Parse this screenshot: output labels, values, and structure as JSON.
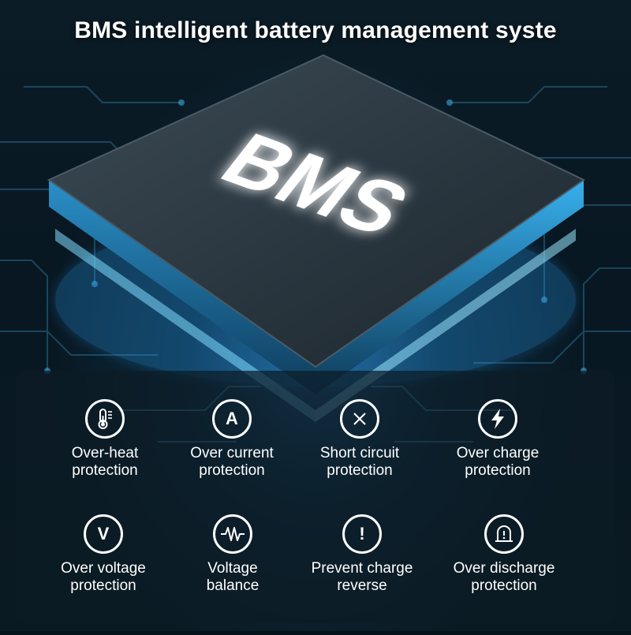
{
  "headline": "BMS  intelligent battery management syste",
  "chip": {
    "logo_text": "BMS"
  },
  "features": [
    {
      "icon": "thermometer-icon",
      "line1": "Over-heat",
      "line2": "protection"
    },
    {
      "icon": "ampere-icon",
      "glyph": "A",
      "line1": "Over current",
      "line2": "protection"
    },
    {
      "icon": "cross-icon",
      "line1": "Short circuit",
      "line2": "protection"
    },
    {
      "icon": "lightning-icon",
      "line1": "Over charge",
      "line2": "protection"
    },
    {
      "icon": "volt-icon",
      "glyph": "V",
      "line1": "Over voltage",
      "line2": "protection"
    },
    {
      "icon": "waveform-icon",
      "line1": "Voltage",
      "line2": "balance"
    },
    {
      "icon": "exclamation-icon",
      "glyph": "!",
      "line1": "Prevent charge",
      "line2": "reverse"
    },
    {
      "icon": "discharge-warning-icon",
      "line1": "Over discharge",
      "line2": "protection"
    }
  ]
}
